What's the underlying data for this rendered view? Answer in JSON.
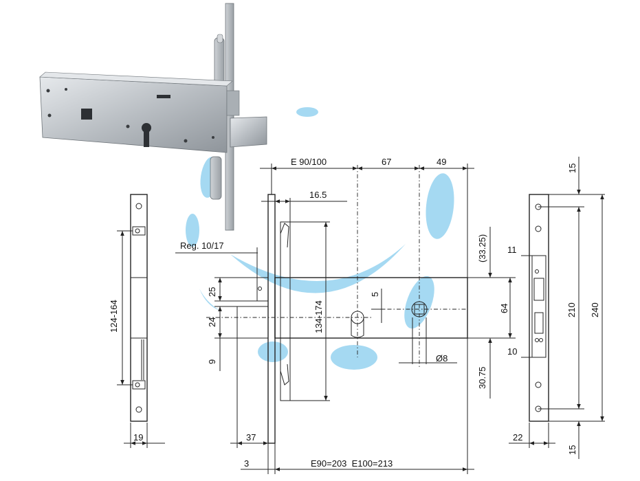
{
  "watermark_color": "#8fd0ef",
  "dimensions": {
    "e_90_100": "E 90/100",
    "d67": "67",
    "d49": "49",
    "d16_5": "16.5",
    "reg": "Reg. 10/17",
    "d33_25": "(33.25)",
    "d124_164": "124-164",
    "d134_174": "134-174",
    "d25": "25",
    "d24": "24",
    "d9": "9",
    "d5": "5",
    "d64": "64",
    "dia8": "Ø8",
    "d30_75": "30.75",
    "d19": "19",
    "d37": "37",
    "d3": "3",
    "e_total": "E90=203  E100=213",
    "d11": "11",
    "d10": "10",
    "d22": "22",
    "d15_top": "15",
    "d15_bottom": "15",
    "d210": "210",
    "d240": "240"
  }
}
